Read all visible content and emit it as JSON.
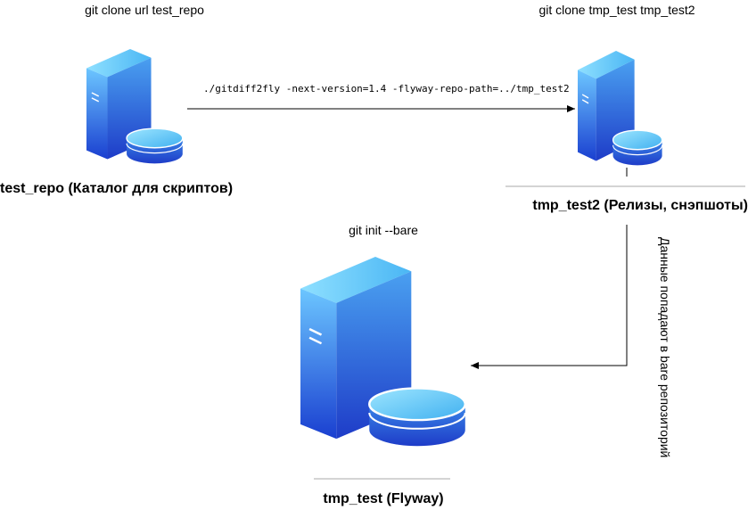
{
  "colors": {
    "server_top": "#7fd0ff",
    "server_front_light": "#4db8ff",
    "server_front_dark": "#1a3fd0",
    "server_side": "#2a5cd8",
    "connector": "#000000",
    "divider": "#aaaaaa"
  },
  "nodes": {
    "test_repo": {
      "icon": "server-database-icon",
      "command": "git clone url test_repo",
      "label": "test_repo (Каталог для скриптов)"
    },
    "tmp_test2": {
      "icon": "server-database-icon",
      "command": "git clone tmp_test tmp_test2",
      "label": "tmp_test2 (Релизы, снэпшоты)"
    },
    "tmp_test": {
      "icon": "server-database-icon",
      "command": "git init --bare",
      "label": "tmp_test (Flyway)"
    }
  },
  "edges": {
    "repo_to_test2": {
      "label": "./gitdiff2fly -next-version=1.4 -flyway-repo-path=../tmp_test2"
    },
    "test2_to_tmp_test": {
      "label": "Данные попадают в bare репозиторий"
    }
  }
}
